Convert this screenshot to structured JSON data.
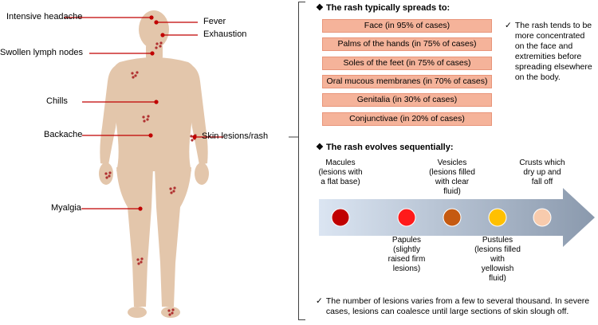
{
  "symptoms": [
    {
      "label": "Intensive headache"
    },
    {
      "label": "Fever"
    },
    {
      "label": "Exhaustion"
    },
    {
      "label": "Swollen lymph nodes"
    },
    {
      "label": "Chills"
    },
    {
      "label": "Backache"
    },
    {
      "label": "Skin lesions/rash"
    },
    {
      "label": "Myalgia"
    }
  ],
  "spread": {
    "title": "The rash typically spreads to:",
    "items": [
      "Face (in 95% of cases)",
      "Palms of the hands (in 75% of cases)",
      "Soles of the feet (in 75% of cases)",
      "Oral mucous membranes (in 70% of cases)",
      "Genitalia (in 30% of cases)",
      "Conjunctivae (in 20% of cases)"
    ],
    "note": "The rash tends to be more concentrated on the face and extremities before spreading elsewhere on the body."
  },
  "evolution": {
    "title": "The rash evolves sequentially:",
    "stages": [
      {
        "label": "Macules (lesions with a flat base)",
        "color": "#c00000"
      },
      {
        "label": "Papules (slightly raised firm lesions)",
        "color": "#ff1a1a"
      },
      {
        "label": "Vesicles (lesions filled with clear fluid)",
        "color": "#c55a11"
      },
      {
        "label": "Pustules (lesions filled with yellowish fluid)",
        "color": "#ffc000"
      },
      {
        "label": "Crusts which dry up and fall off",
        "color": "#f8cbad"
      }
    ],
    "note": "The number of lesions varies from a few to several thousand. In severe cases, lesions can coalesce until large sections of skin slough off."
  },
  "colors": {
    "skin": "#e3c6ab",
    "line": "#c00000",
    "lesion": "#b03030",
    "box": "#f5b39a"
  }
}
